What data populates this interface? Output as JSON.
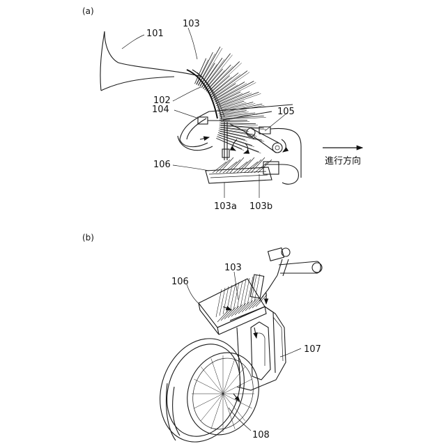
{
  "figure": {
    "panel_a": {
      "letter": "(a)",
      "labels": {
        "l101": "101",
        "l102": "102",
        "l103": "103",
        "l104": "104",
        "l105": "105",
        "l106": "106",
        "l103a": "103a",
        "l103b": "103b"
      },
      "direction_text": "進行方向"
    },
    "panel_b": {
      "letter": "(b)",
      "labels": {
        "l103": "103",
        "l106": "106",
        "l107": "107",
        "l108": "108"
      }
    }
  }
}
